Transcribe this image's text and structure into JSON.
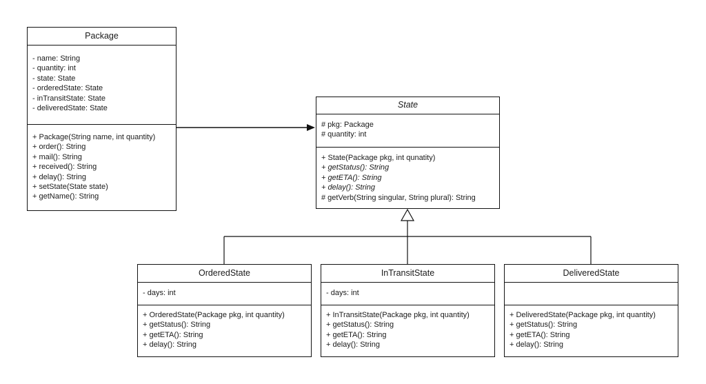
{
  "classes": {
    "package": {
      "name": "Package",
      "attributes": [
        "- name: String",
        "- quantity: int",
        "- state: State",
        "- orderedState: State",
        "- inTransitState: State",
        "- deliveredState: State"
      ],
      "methods": [
        "+ Package(String name, int quantity)",
        "+ order(): String",
        "+ mail(): String",
        "+ received(): String",
        "+ delay(): String",
        "+ setState(State state)",
        "+ getName(): String"
      ]
    },
    "state": {
      "name": "State",
      "attributes": [
        "# pkg: Package",
        "# quantity: int"
      ],
      "methods": [
        "+ State(Package pkg, int qunatity)",
        "+ getStatus(): String",
        "+ getETA(): String",
        "+ delay(): String",
        "# getVerb(String singular, String plural): String"
      ]
    },
    "ordered": {
      "name": "OrderedState",
      "attributes": [
        "- days: int"
      ],
      "methods": [
        "+ OrderedState(Package pkg, int quantity)",
        "+ getStatus(): String",
        "+ getETA(): String",
        "+ delay(): String"
      ]
    },
    "intransit": {
      "name": "InTransitState",
      "attributes": [
        "- days: int"
      ],
      "methods": [
        "+ InTransitState(Package pkg, int quantity)",
        "+ getStatus(): String",
        "+ getETA(): String",
        "+ delay(): String"
      ]
    },
    "delivered": {
      "name": "DeliveredState",
      "attributes": [],
      "methods": [
        "+ DeliveredState(Package pkg, int quantity)",
        "+ getStatus(): String",
        "+ getETA(): String",
        "+ delay(): String"
      ]
    }
  },
  "relations": [
    {
      "type": "association",
      "from": "Package",
      "to": "State"
    },
    {
      "type": "generalization",
      "from": "OrderedState",
      "to": "State"
    },
    {
      "type": "generalization",
      "from": "InTransitState",
      "to": "State"
    },
    {
      "type": "generalization",
      "from": "DeliveredState",
      "to": "State"
    }
  ]
}
